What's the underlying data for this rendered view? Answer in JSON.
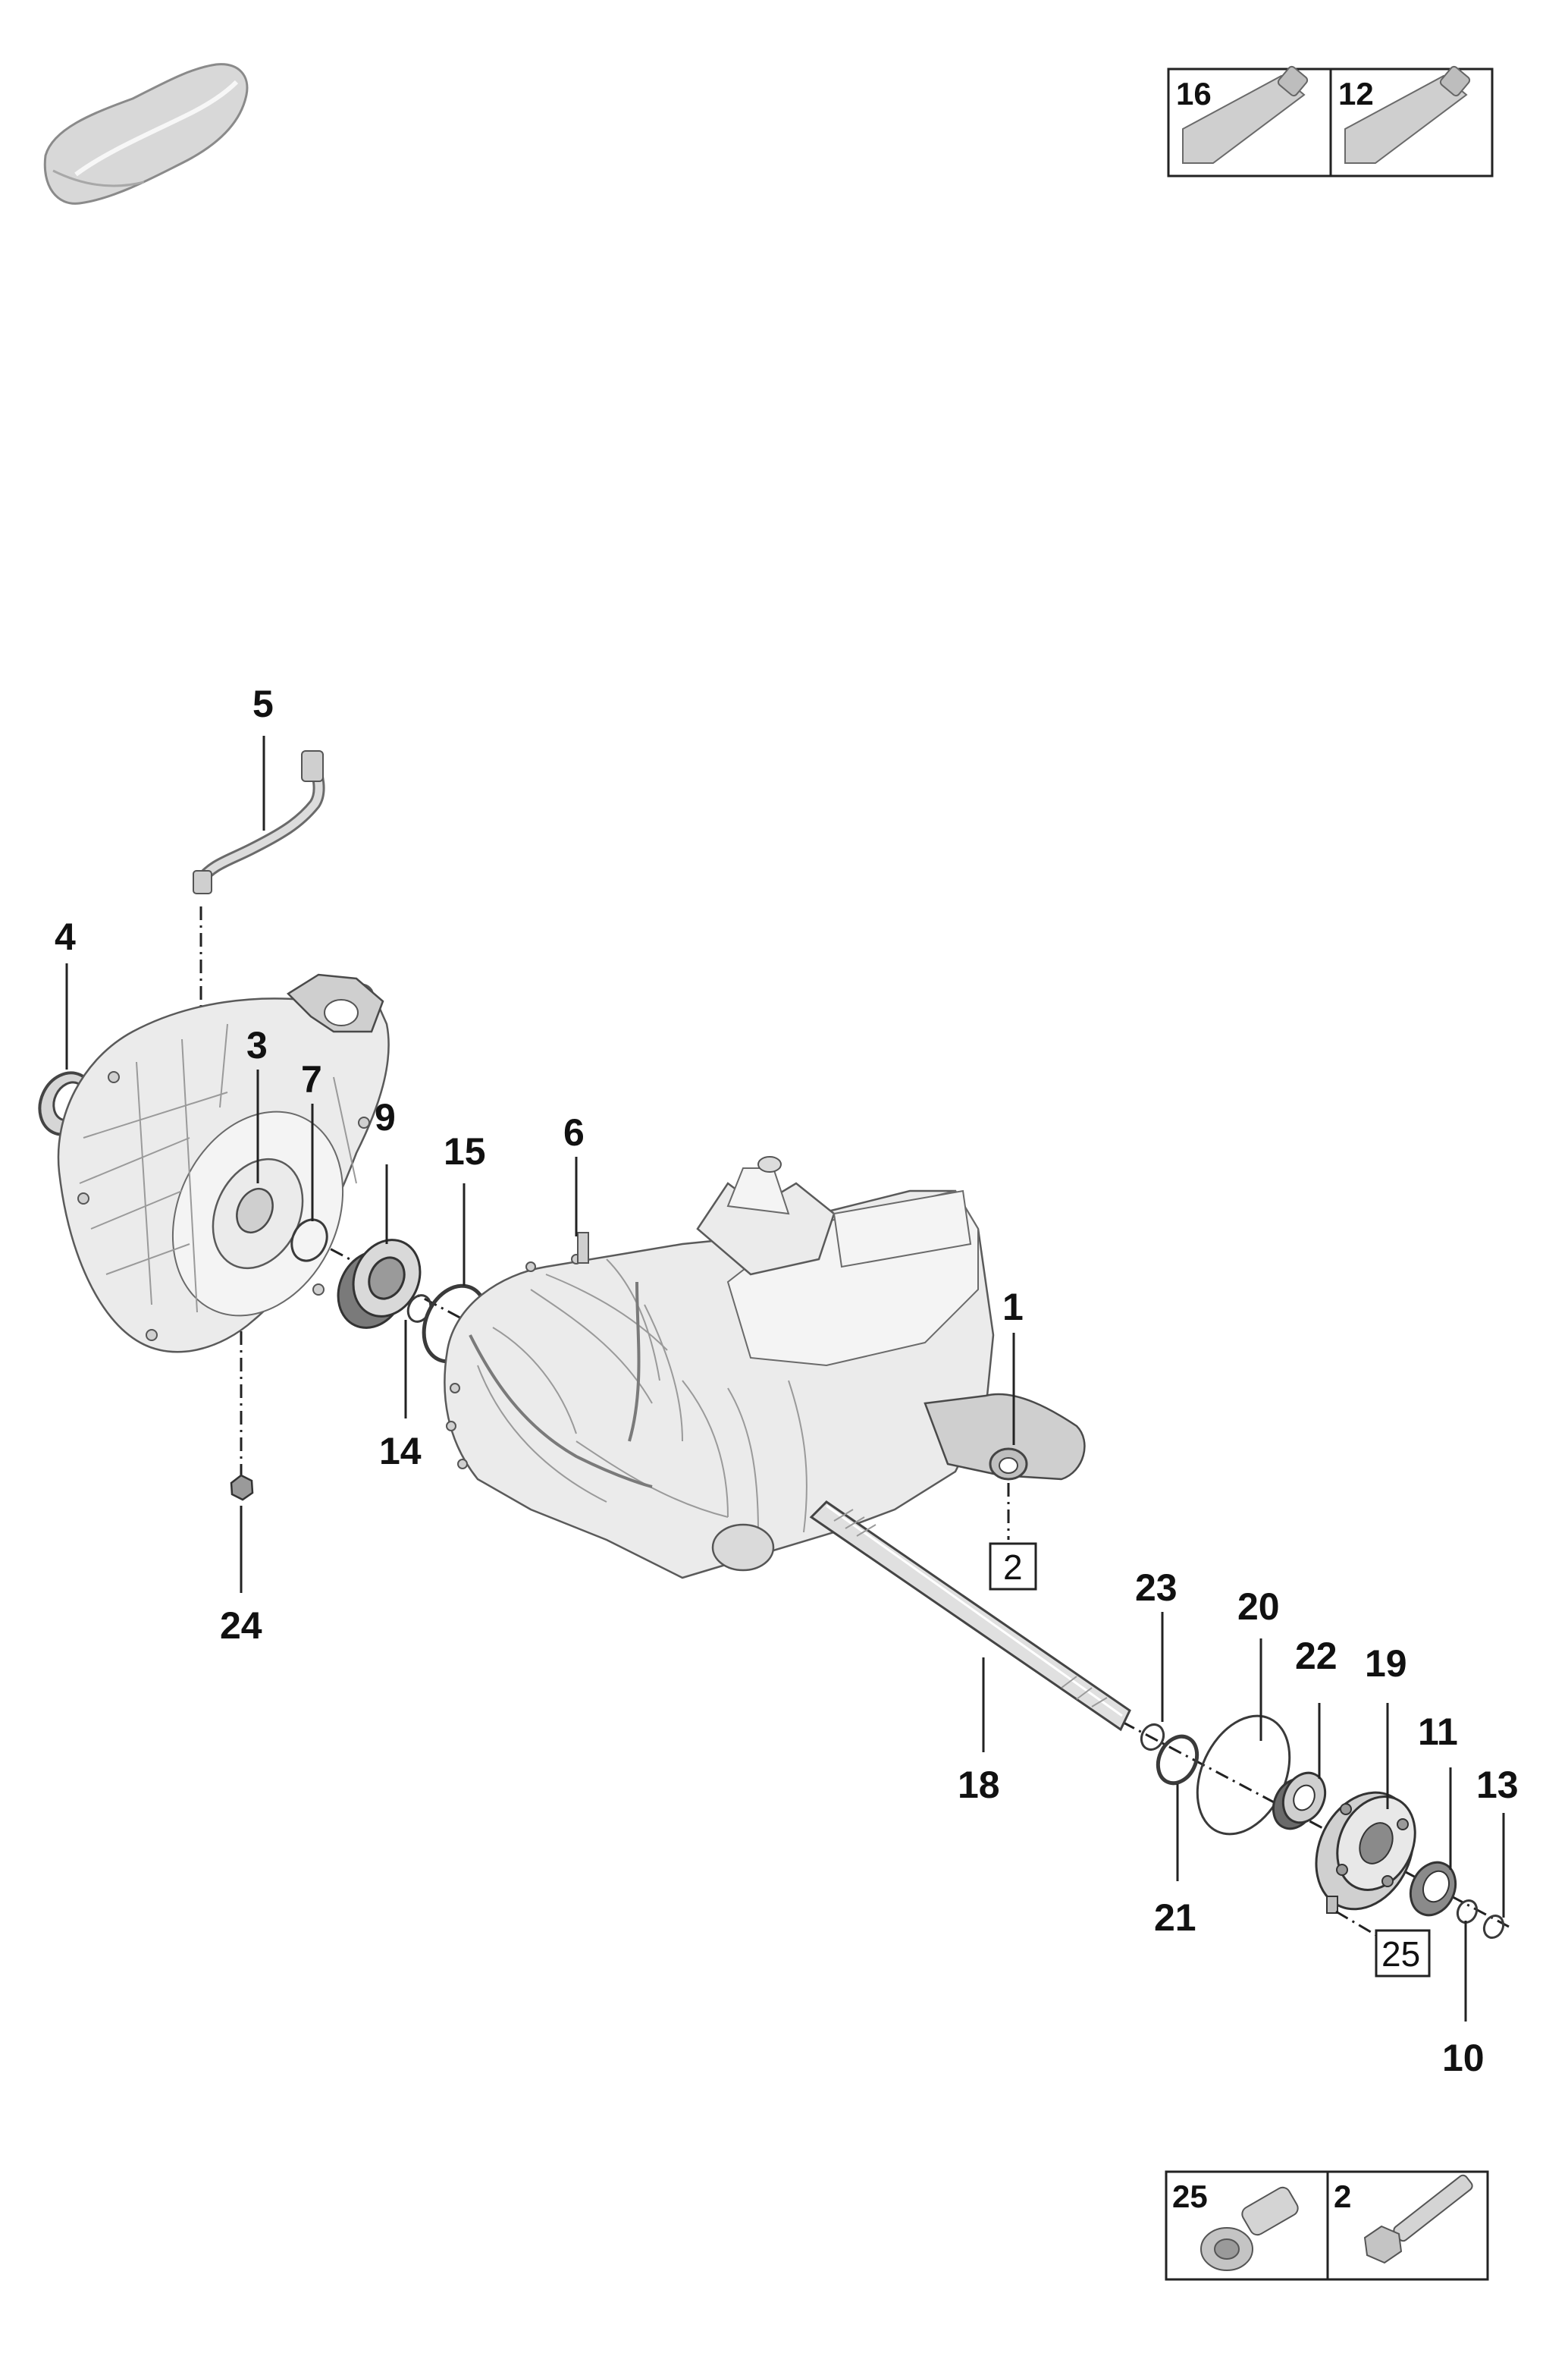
{
  "callouts": {
    "c1": "1",
    "c3": "3",
    "c4": "4",
    "c5": "5",
    "c6": "6",
    "c7": "7",
    "c9": "9",
    "c10": "10",
    "c11": "11",
    "c13": "13",
    "c14": "14",
    "c15": "15",
    "c18": "18",
    "c19": "19",
    "c20": "20",
    "c21": "21",
    "c22": "22",
    "c23": "23",
    "c24": "24"
  },
  "boxed_refs": {
    "r2": "2",
    "r25": "25"
  },
  "legend_top": [
    {
      "number": "16",
      "icon": "tube-icon"
    },
    {
      "number": "12",
      "icon": "tube-icon"
    }
  ],
  "legend_bottom": [
    {
      "number": "25",
      "icon": "flange-bolt-icon"
    },
    {
      "number": "2",
      "icon": "bolt-icon"
    }
  ],
  "colors": {
    "line": "#222222",
    "part_fill": "#ebebeb",
    "part_stroke": "#5a5a5a"
  }
}
